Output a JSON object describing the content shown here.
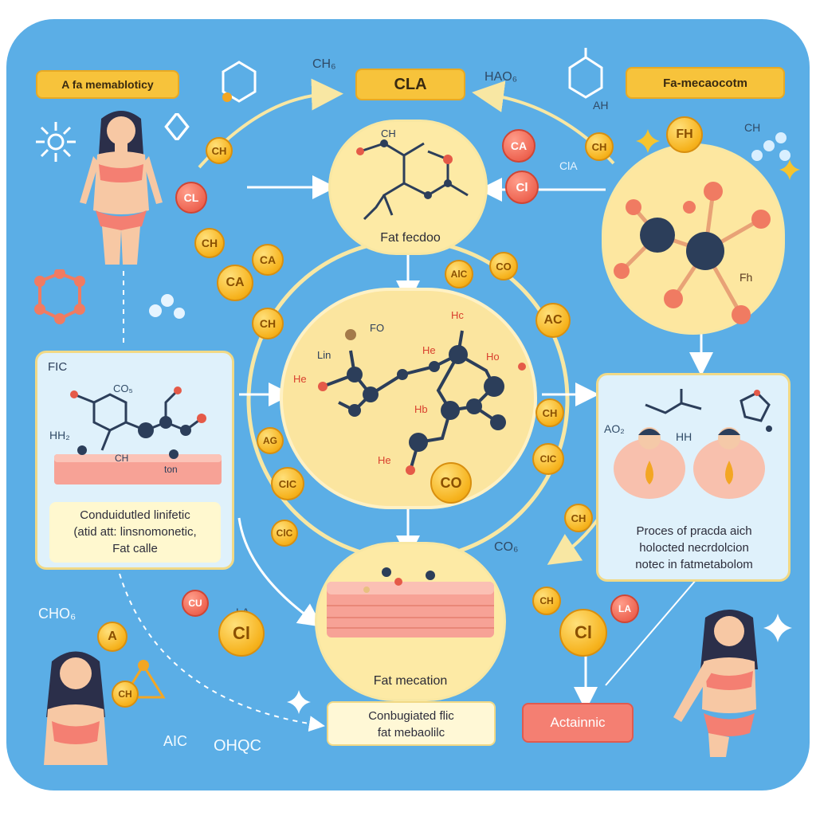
{
  "colors": {
    "background": "#5baee6",
    "accent_yellow": "#f7c33b",
    "accent_red": "#f47f72",
    "circle_fill": "#fdeaa5",
    "molecule_dark": "#2c3e5a"
  },
  "header": {
    "left_label": "A fa memabloticy",
    "center_label": "CLA",
    "right_label": "Fa-mecaocotm"
  },
  "center_top": {
    "caption": "Fat fecdoo"
  },
  "center_bottom": {
    "caption": "Fat mecation"
  },
  "left_panel": {
    "heading": "FIC",
    "lines": [
      "Conduidutled linifetic",
      "(atid att: linsnomonetic,",
      "Fat calle"
    ]
  },
  "right_panel": {
    "lines": [
      "Proces of pracda aich",
      "holocted necrdolcion",
      "notec in fatmetabolom"
    ]
  },
  "bottom_center": {
    "lines": [
      "Conbugiated flic",
      "fat mebaolilc"
    ]
  },
  "bottom_right": {
    "label": "Actainnic"
  },
  "formulas": {
    "f1": "CH₆",
    "f2": "HAO₆",
    "f3": "AH",
    "f4": "CH",
    "f5": "ClA",
    "f6": "CO₅",
    "f7": "CO₆",
    "f8": "CHO₆",
    "f9": "AIC",
    "f10": "OHQC",
    "f11": "LA",
    "f12": "CH",
    "f13": "AO₂",
    "f14": "HH₂",
    "f15": "HH",
    "f16": "Fh",
    "f17": "FO",
    "f18": "Lin",
    "f19": "He",
    "f20": "Hc",
    "f21": "He",
    "f22": "Ho",
    "f23": "Hb",
    "f24": "He",
    "f25": "CH",
    "f26": "ton"
  },
  "coins": {
    "c1": "CH",
    "c2": "CL",
    "c3": "CH",
    "c4": "CA",
    "c5": "CA",
    "c6": "CH",
    "c7": "CA",
    "c8": "CH",
    "c9": "Cl",
    "c10": "FH",
    "c11": "CO",
    "c12": "AC",
    "c13": "AlC",
    "c14": "AG",
    "c15": "CH",
    "c16": "CIC",
    "c17": "CIC",
    "c18": "ClC",
    "c19": "CO",
    "c20": "CH",
    "c21": "Cl",
    "c22": "CU",
    "c23": "Cl",
    "c24": "A",
    "c25": "CH",
    "c26": "LA",
    "c27": "CH"
  }
}
